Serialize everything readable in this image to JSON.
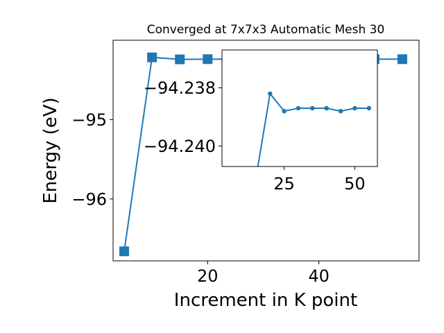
{
  "chart_data": [
    {
      "type": "line",
      "title": "Converged at 7x7x3 Automatic Mesh 30",
      "xlabel": "Increment in K point",
      "ylabel": "Energy (eV)",
      "xlim": [
        3,
        58
      ],
      "ylim": [
        -96.78,
        -94.0
      ],
      "xticks": [
        20,
        40
      ],
      "yticks": [
        -96,
        -95
      ],
      "ytick_labels": [
        "−96",
        "−95"
      ],
      "grid": false,
      "marker": "square",
      "color": "#1f77b4",
      "series": [
        {
          "x": [
            5,
            10,
            15,
            20,
            25,
            30,
            35,
            40,
            45,
            50,
            55
          ],
          "y": [
            -96.66,
            -94.216,
            -94.2411,
            -94.2382,
            -94.2388,
            -94.2387,
            -94.2387,
            -94.2387,
            -94.2388,
            -94.2387,
            -94.2387
          ]
        }
      ]
    },
    {
      "type": "line",
      "title": "",
      "inset": true,
      "xlim": [
        3,
        58
      ],
      "ylim": [
        -94.2407,
        -94.2367
      ],
      "xticks": [
        25,
        50
      ],
      "yticks": [
        -94.24,
        -94.238
      ],
      "ytick_labels": [
        "−94.240",
        "−94.238"
      ],
      "grid": false,
      "marker": "circle",
      "color": "#1f77b4",
      "series": [
        {
          "x": [
            15,
            20,
            25,
            30,
            35,
            40,
            45,
            50,
            55
          ],
          "y": [
            -94.2411,
            -94.2382,
            -94.2388,
            -94.2387,
            -94.2387,
            -94.2387,
            -94.2388,
            -94.2387,
            -94.2387
          ]
        }
      ]
    }
  ]
}
